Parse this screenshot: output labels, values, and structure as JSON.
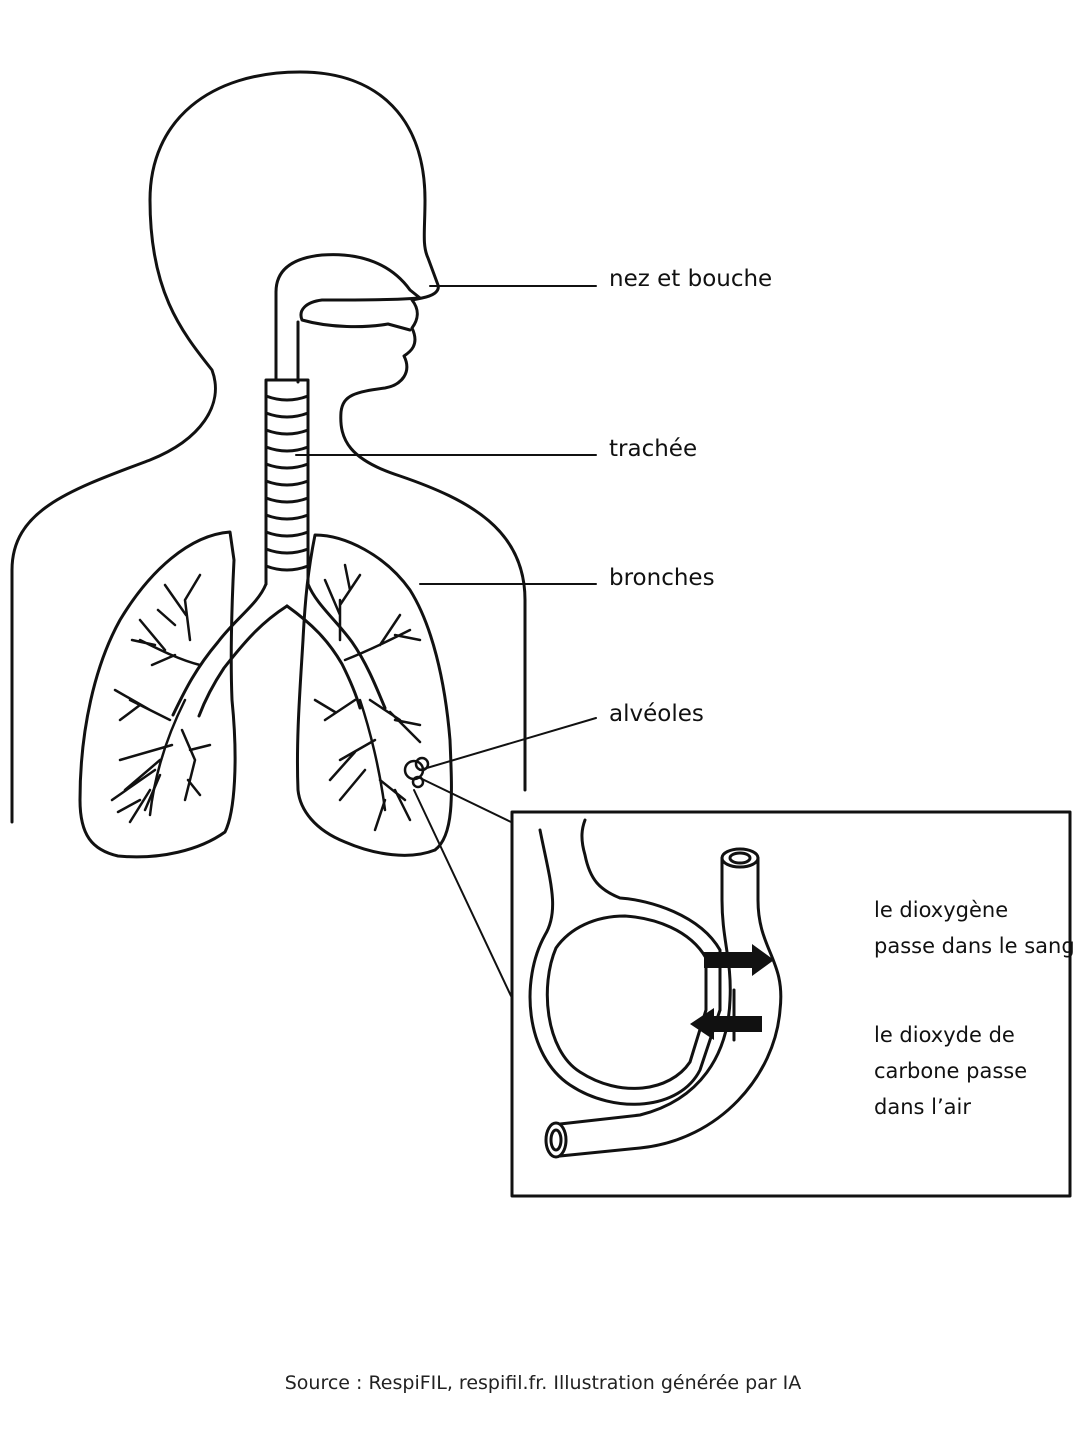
{
  "labels": {
    "nez_bouche": "nez et bouche",
    "trachee": "trachée",
    "bronches": "bronches",
    "alveoles": "alvéoles"
  },
  "inset": {
    "o2_line1": "le dioxygène",
    "o2_line2": "passe dans le sang",
    "co2_line1": "le dioxyde de",
    "co2_line2": "carbone passe",
    "co2_line3": "dans l’air"
  },
  "source": "Source : RespiFIL, respifil.fr. Illustration générée par IA",
  "colors": {
    "ink": "#111111",
    "background": "#ffffff"
  }
}
